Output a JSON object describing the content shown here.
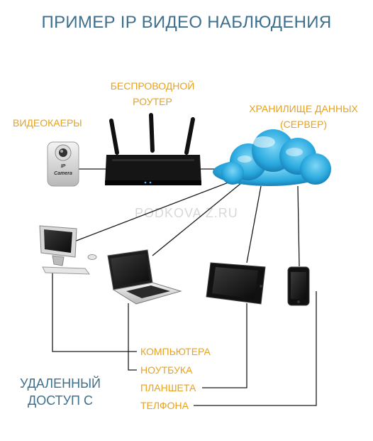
{
  "title": "ПРИМЕР IP ВИДЕО НАБЛЮДЕНИЯ",
  "labels": {
    "router": [
      "БЕСПРОВОДНОЙ",
      "РОУТЕР"
    ],
    "cameras": "ВИДЕОКАЕРЫ",
    "storage": [
      "ХРАНИЛИЩЕ ДАННЫХ",
      "(СЕРВЕР)"
    ]
  },
  "camera_text": [
    "IP",
    "Camera"
  ],
  "watermark": "PODKOVA Z.RU",
  "remote_access": [
    "УДАЛЕННЫЙ",
    "ДОСТУП С"
  ],
  "access_items": [
    "КОМПЬЮТЕРА",
    "НОУТБУКА",
    "ПЛАНШЕТА",
    "ТЕЛФОНА"
  ],
  "colors": {
    "title": "#3e6f8e",
    "label": "#e8a21c",
    "line": "#1a1a1a",
    "cloud": "#29a9df"
  }
}
